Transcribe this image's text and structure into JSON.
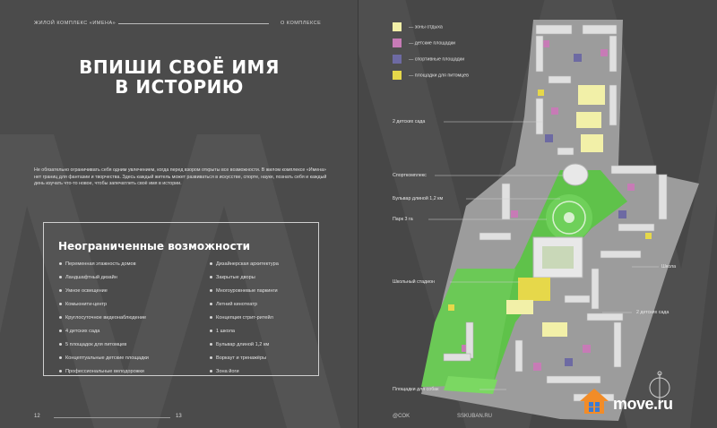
{
  "header": {
    "left_title": "ЖИЛОЙ КОМПЛЕКС «ИМЕНА»",
    "right_title": "О КОМПЛЕКСЕ"
  },
  "headline": {
    "line1": "ВПИШИ СВОЁ ИМЯ",
    "line2": "В ИСТОРИЮ"
  },
  "intro": "Не обязательно ограничивать себя одним увлечением, когда перед взором открыты все возможности. В жилом комплексе «Имена» нет границ для фантазии и творчества. Здесь каждый житель может развиваться в искусстве, спорте, науке, познать себя и каждый день изучать что-то новое, чтобы запечатлеть своё имя в истории.",
  "features": {
    "title": "Неограниченные возможности",
    "left": [
      "Переменная этажность домов",
      "Ландшафтный дизайн",
      "Умное освещение",
      "Комьюнити-центр",
      "Круглосуточное видеонаблюдение",
      "4 детских сада",
      "5 площадок для питомцев",
      "Концептуальные детские площадки",
      "Профессиональные велодорожки"
    ],
    "right": [
      "Дизайнерская архитектура",
      "Закрытые дворы",
      "Многоуровневые паркинги",
      "Летний кинотеатр",
      "Концепция стрит-ритейл",
      "1 школа",
      "Бульвар длиной 1,2 км",
      "Воркаут и тренажёры",
      "Зона йоги"
    ]
  },
  "page_numbers": {
    "left": "12",
    "right": "13"
  },
  "legend": [
    {
      "label": "— зоны отдыха",
      "color": "#f2f0a8"
    },
    {
      "label": "— детские площадки",
      "color": "#c77bb6"
    },
    {
      "label": "— спортивные площадки",
      "color": "#6d6aa3"
    },
    {
      "label": "— площадки для питомцев",
      "color": "#e6d84a"
    }
  ],
  "callouts": {
    "kindergartens_top": "2 детских сада",
    "sports_complex": "Спорткомплекс",
    "boulevard": "Бульвар длиной 1,2 км",
    "park": "Парк 3 га",
    "school": "Школа",
    "stadium": "Школьный стадион",
    "kindergartens_bottom": "2 детских сада",
    "dog_areas": "Площадки для собак"
  },
  "footer": {
    "left": "@COK",
    "right": "SSKUBAN.RU"
  },
  "watermark": {
    "text": "move.ru"
  },
  "colors": {
    "background": "#4a4a4a",
    "green": "#5fc24a",
    "building": "#d9d9d9"
  }
}
